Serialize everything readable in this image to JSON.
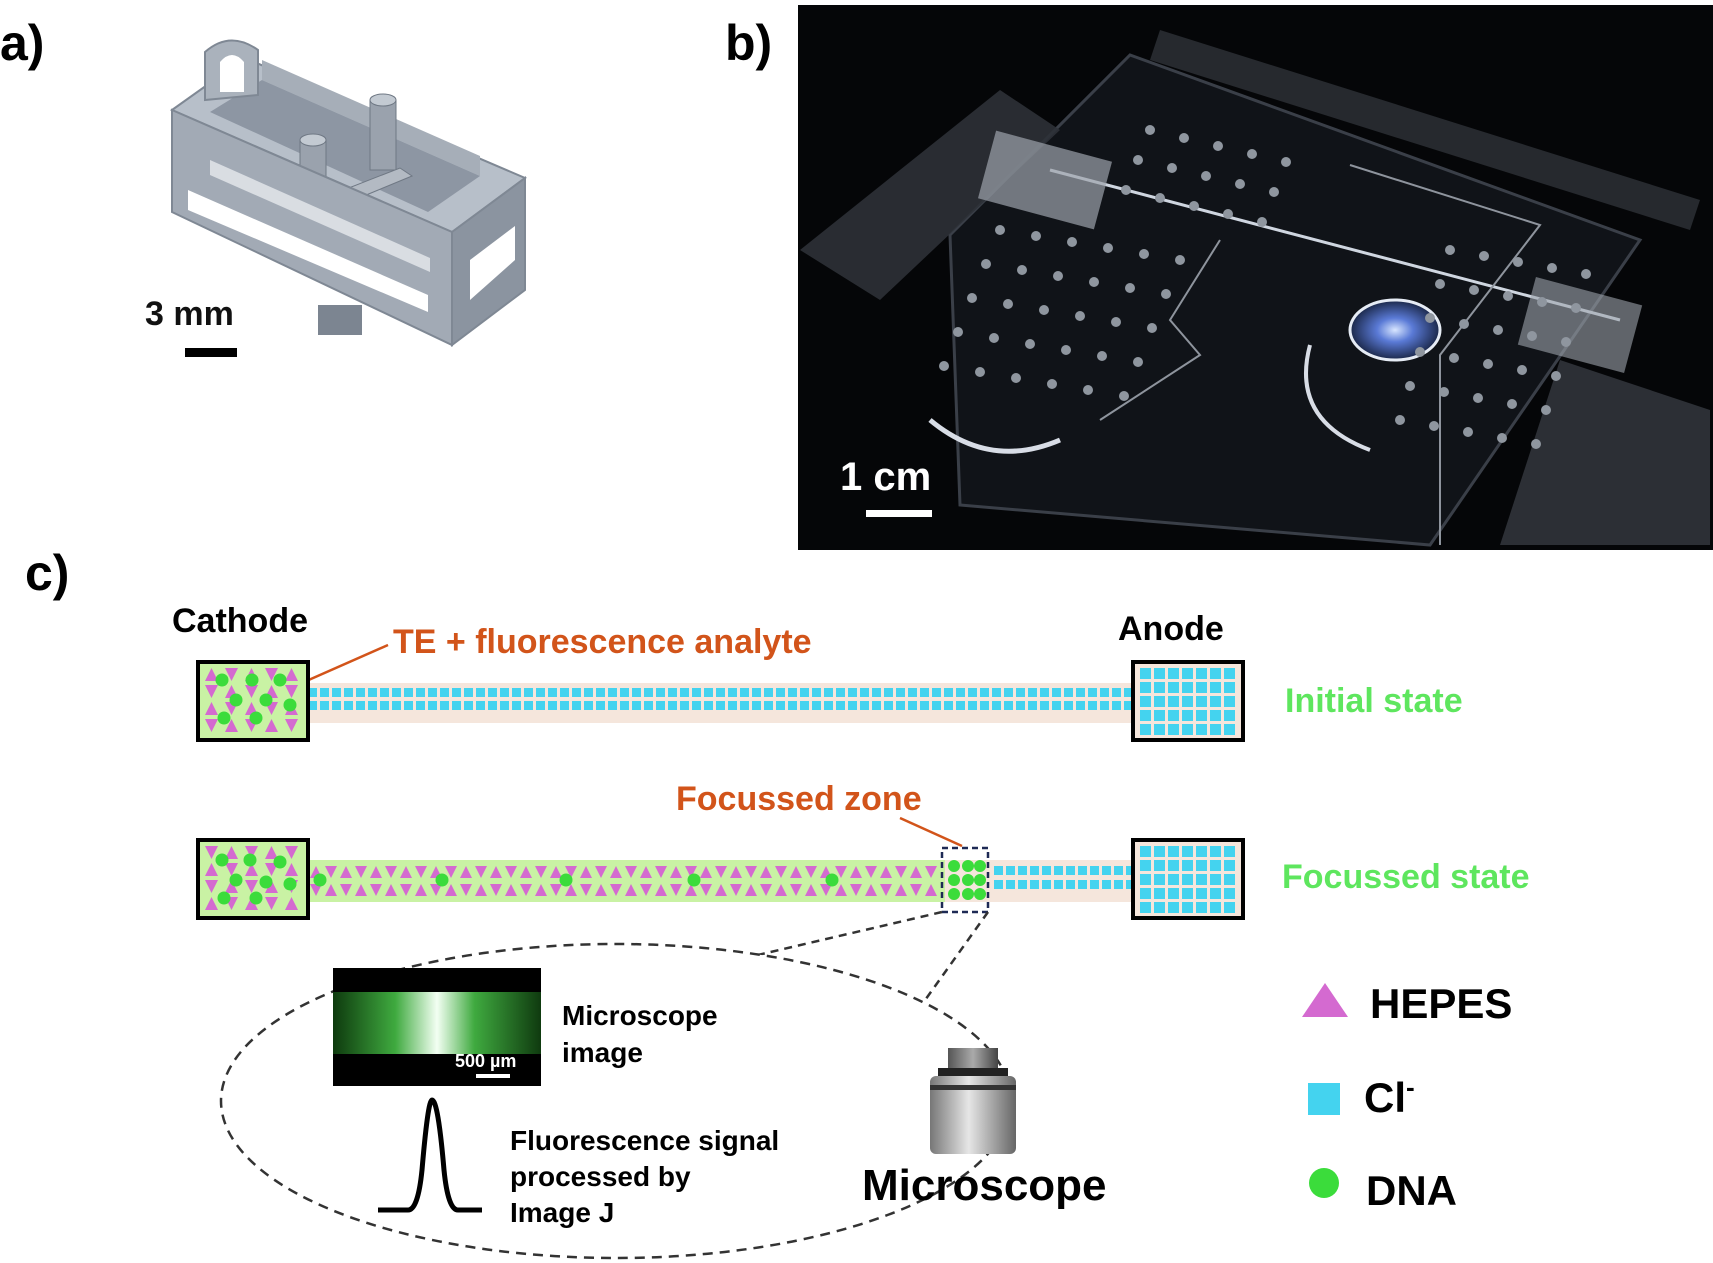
{
  "panels": {
    "a": {
      "label": "a)",
      "scale_bar": "3 mm"
    },
    "b": {
      "label": "b)",
      "scale_bar": "1 cm"
    },
    "c": {
      "label": "c)"
    }
  },
  "electrodes": {
    "cathode": "Cathode",
    "anode": "Anode"
  },
  "annotations": {
    "te_analyte": "TE + fluorescence analyte",
    "focussed_zone": "Focussed zone"
  },
  "states": {
    "initial": "Initial state",
    "focussed": "Focussed state"
  },
  "inset": {
    "microscope_image": [
      "Microscope",
      "image"
    ],
    "scale": "500 µm",
    "signal": [
      "Fluorescence signal",
      "processed by",
      "Image J"
    ]
  },
  "microscope_label": "Microscope",
  "legend": [
    {
      "symbol": "triangle",
      "label": "HEPES",
      "color": "#d46ad0"
    },
    {
      "symbol": "square",
      "label": "Cl",
      "sup": "-",
      "color": "#44d3ef"
    },
    {
      "symbol": "circle",
      "label": "DNA",
      "color": "#3bdc3b"
    }
  ],
  "colors": {
    "accent_orange": "#d2541a",
    "state_green": "#5ee65e",
    "channel_fill": "#c9f2a4",
    "chloride": "#44d3ef",
    "hepes": "#d46ad0",
    "dna": "#3bdc3b"
  }
}
